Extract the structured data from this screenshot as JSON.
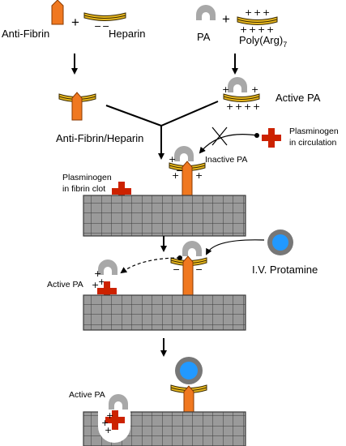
{
  "labels": {
    "anti_fibrin": "Anti-Fibrin",
    "heparin": "Heparin",
    "pa": "PA",
    "poly_arg_main": "Poly(Arg)",
    "poly_arg_sub": "7",
    "anti_fibrin_heparin": "Anti-Fibrin/Heparin",
    "active_pa_top": "Active PA",
    "plasminogen_circ_line1": "Plasminogen",
    "plasminogen_circ_line2": "in circulation",
    "inactive_pa": "Inactive PA",
    "plasminogen_clot_line1": "Plasminogen",
    "plasminogen_clot_line2": "in fibrin clot",
    "iv_protamine": "I.V. Protamine",
    "active_pa_mid": "Active PA",
    "active_pa_bottom": "Active PA"
  },
  "symbols": {
    "plus": "+",
    "minus": "−"
  },
  "colors": {
    "antibody": "#f07820",
    "antibody_outline": "#8a3a00",
    "heparin_band": "#e8b820",
    "heparin_line": "#3a2a00",
    "pa_grey": "#a8a8a8",
    "plasminogen": "#cc2200",
    "clot_fill": "#9a9a9a",
    "clot_grid": "#3a3a3a",
    "protamine_ring": "#777777",
    "protamine_core": "#2299ff"
  }
}
